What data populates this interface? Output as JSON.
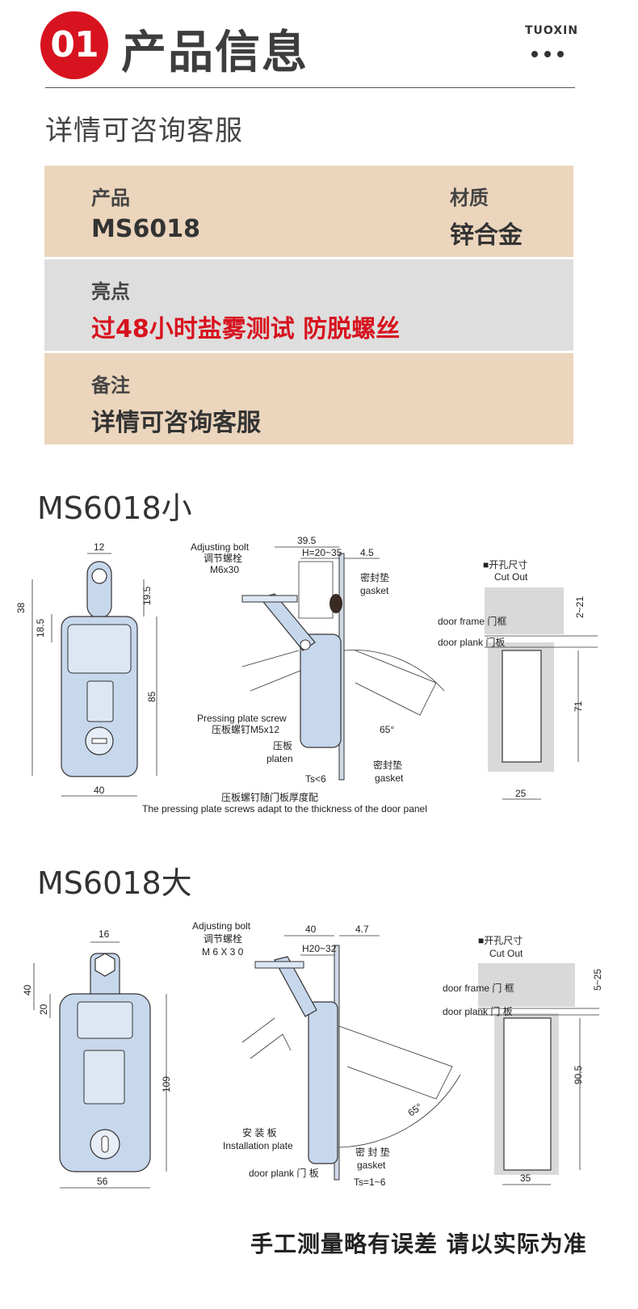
{
  "header": {
    "badge": "01",
    "title": "产品信息",
    "brand": "TUOXIN"
  },
  "subtitle": "详情可咨询客服",
  "info": {
    "product_label": "产品",
    "product_value": "MS6018",
    "material_label": "材质",
    "material_value": "锌合金",
    "highlight_label": "亮点",
    "highlight_value": "过48小时盐雾测试 防脱螺丝",
    "note_label": "备注",
    "note_value": "详情可咨询客服"
  },
  "small": {
    "title": "MS6018小",
    "dims": {
      "top_width": "12",
      "height_38": "38",
      "height_18_5": "18.5",
      "height_19_5": "19.5",
      "height_85": "85",
      "width_40": "40",
      "side_39_5": "39.5",
      "side_h": "H=20~35",
      "side_4_5": "4.5",
      "angle": "65°",
      "ts": "Ts<6",
      "cut_2_21": "2~21",
      "cut_71": "71",
      "cut_25": "25"
    },
    "labels": {
      "adjusting_en": "Adjusting bolt",
      "adjusting_cn": "调节螺栓",
      "adjusting_spec": "M6x30",
      "gasket_cn": "密封垫",
      "gasket_en": "gasket",
      "pressing_en": "Pressing plate screw",
      "pressing_cn": "压板螺钉M5x12",
      "platen_cn": "压板",
      "platen_en": "platen",
      "gasket2_cn": "密封垫",
      "gasket2_en": "gasket",
      "cutout_cn": "■开孔尺寸",
      "cutout_en": "Cut Out",
      "door_frame": "door frame 门框",
      "door_plank": "door plank 门板",
      "caption_cn": "压板螺钉随门板厚度配",
      "caption_en": "The pressing plate screws adapt to the thickness of the door panel"
    }
  },
  "large": {
    "title": "MS6018大",
    "dims": {
      "top_width": "16",
      "height_40": "40",
      "height_20": "20",
      "height_109": "109",
      "width_56": "56",
      "side_40": "40",
      "side_4_7": "4.7",
      "side_h": "H20~32",
      "angle": "65°",
      "ts": "Ts=1~6",
      "cut_5_25": "5~25",
      "cut_90_5": "90.5",
      "cut_35": "35"
    },
    "labels": {
      "adjusting_en": "Adjusting bolt",
      "adjusting_cn": "调节螺栓",
      "adjusting_spec": "M 6 X 3 0",
      "install_cn": "安 装 板",
      "install_en": "Installation plate",
      "door_plank_side": "door plank 门 板",
      "gasket_cn": "密 封 垫",
      "gasket_en": "gasket",
      "cutout_cn": "■开孔尺寸",
      "cutout_en": "Cut Out",
      "door_frame": "door frame 门 框",
      "door_plank": "door plank 门 板"
    }
  },
  "footer": "手工测量略有误差 请以实际为准",
  "colors": {
    "accent_red": "#d7131f",
    "row_tan": "#ebd5bc",
    "row_grey": "#dedede",
    "part_blue": "#c7d7ec"
  }
}
